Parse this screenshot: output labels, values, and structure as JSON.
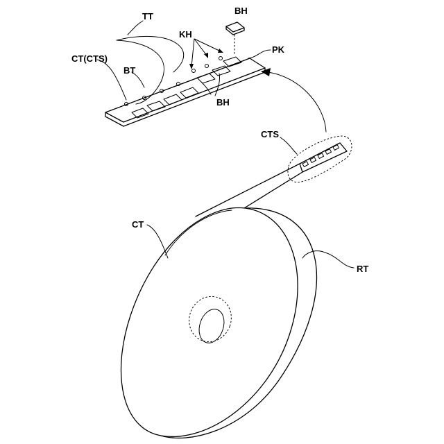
{
  "figure": {
    "labels": {
      "tt": "TT",
      "bh_top": "BH",
      "kh": "KH",
      "pk": "PK",
      "ct_cts": "CT(CTS)",
      "bt": "BT",
      "bh_bottom": "BH",
      "cts": "CTS",
      "ct": "CT",
      "rt": "RT"
    }
  }
}
